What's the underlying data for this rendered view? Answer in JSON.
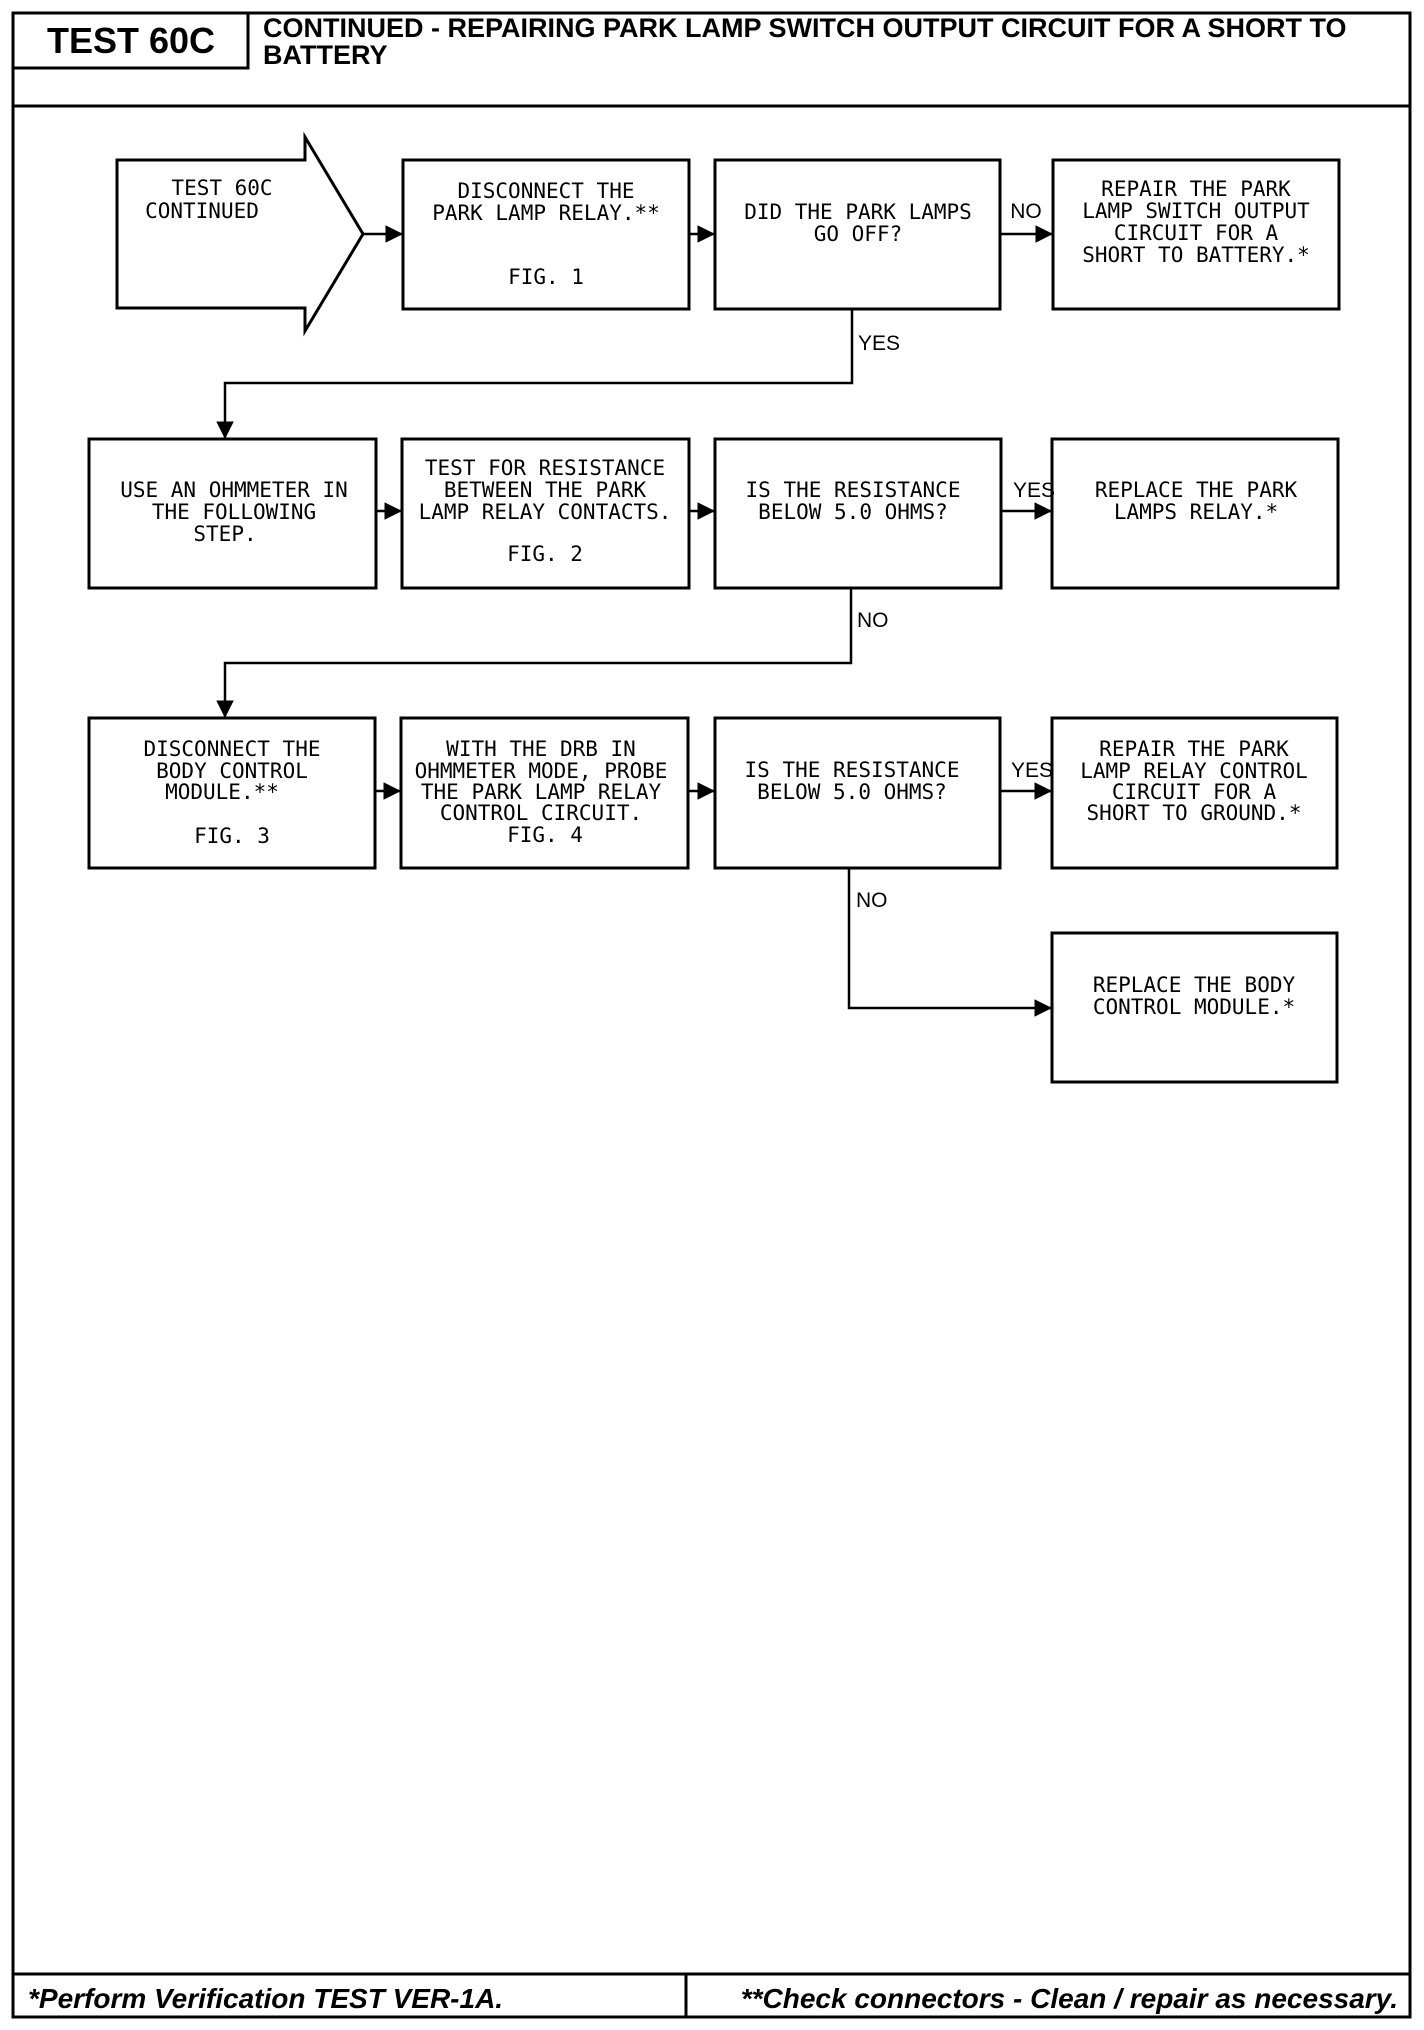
{
  "header": {
    "test_label": "TEST 60C",
    "title_lines": [
      "CONTINUED - REPAIRING PARK LAMP SWITCH OUTPUT CIRCUIT FOR A SHORT TO",
      "BATTERY"
    ]
  },
  "steps": [
    {
      "id": "start",
      "lines": [
        "TEST 60C",
        "CONTINUED"
      ]
    },
    {
      "id": "disconnect-relay",
      "lines": [
        "DISCONNECT THE",
        "PARK LAMP RELAY.**"
      ],
      "fig": "FIG. 1"
    },
    {
      "id": "lamps-off-q",
      "lines": [
        "DID THE PARK LAMPS",
        "GO OFF?"
      ]
    },
    {
      "id": "repair-switch-output",
      "lines": [
        "REPAIR THE PARK",
        "LAMP SWITCH OUTPUT",
        "CIRCUIT FOR A",
        "SHORT TO BATTERY.*"
      ]
    },
    {
      "id": "use-ohmmeter",
      "lines": [
        "USE AN OHMMETER IN",
        "THE FOLLOWING",
        "STEP."
      ]
    },
    {
      "id": "test-relay-contacts",
      "lines": [
        "TEST FOR RESISTANCE",
        "BETWEEN THE PARK",
        "LAMP RELAY CONTACTS."
      ],
      "fig": "FIG. 2"
    },
    {
      "id": "resistance-q1",
      "lines": [
        "IS THE RESISTANCE",
        "BELOW 5.0 OHMS?"
      ]
    },
    {
      "id": "replace-relay",
      "lines": [
        "REPLACE THE PARK",
        "LAMPS RELAY.*"
      ]
    },
    {
      "id": "disconnect-bcm",
      "lines": [
        "DISCONNECT THE",
        "BODY CONTROL",
        "MODULE.**"
      ],
      "fig": "FIG. 3"
    },
    {
      "id": "probe-control",
      "lines": [
        "WITH THE DRB IN",
        "OHMMETER MODE, PROBE",
        "THE PARK LAMP RELAY",
        "CONTROL CIRCUIT."
      ],
      "fig": "FIG. 4"
    },
    {
      "id": "resistance-q2",
      "lines": [
        "IS THE RESISTANCE",
        "BELOW 5.0 OHMS?"
      ]
    },
    {
      "id": "repair-control-ground",
      "lines": [
        "REPAIR THE PARK",
        "LAMP RELAY CONTROL",
        "CIRCUIT FOR A",
        "SHORT TO GROUND.*"
      ]
    },
    {
      "id": "replace-bcm",
      "lines": [
        "REPLACE THE BODY",
        "CONTROL MODULE.*"
      ]
    }
  ],
  "edge_labels": [
    {
      "id": "q1-no",
      "text": "NO"
    },
    {
      "id": "q1-yes",
      "text": "YES"
    },
    {
      "id": "q2-yes",
      "text": "YES"
    },
    {
      "id": "q2-no",
      "text": "NO"
    },
    {
      "id": "q3-yes",
      "text": "YES"
    },
    {
      "id": "q3-no",
      "text": "NO"
    }
  ],
  "footer": {
    "left": "*Perform Verification TEST VER-1A.",
    "right": "**Check connectors - Clean / repair as necessary."
  }
}
